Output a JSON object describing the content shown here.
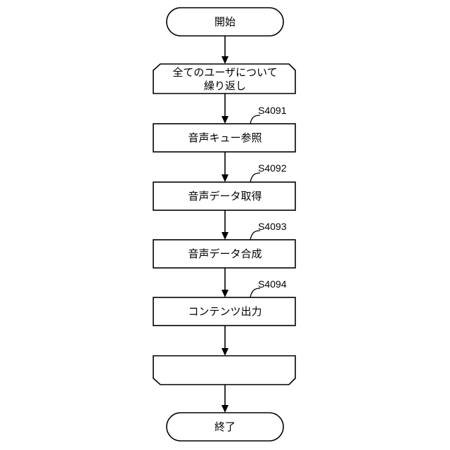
{
  "flowchart": {
    "start_label": "開始",
    "loop_label_line1": "全てのユーザについて",
    "loop_label_line2": "繰り返し",
    "steps": [
      {
        "id": "S4091",
        "label": "音声キュー参照"
      },
      {
        "id": "S4092",
        "label": "音声データ取得"
      },
      {
        "id": "S4093",
        "label": "音声データ合成"
      },
      {
        "id": "S4094",
        "label": "コンテンツ出力"
      }
    ],
    "loop_end_label": "",
    "end_label": "終了"
  }
}
